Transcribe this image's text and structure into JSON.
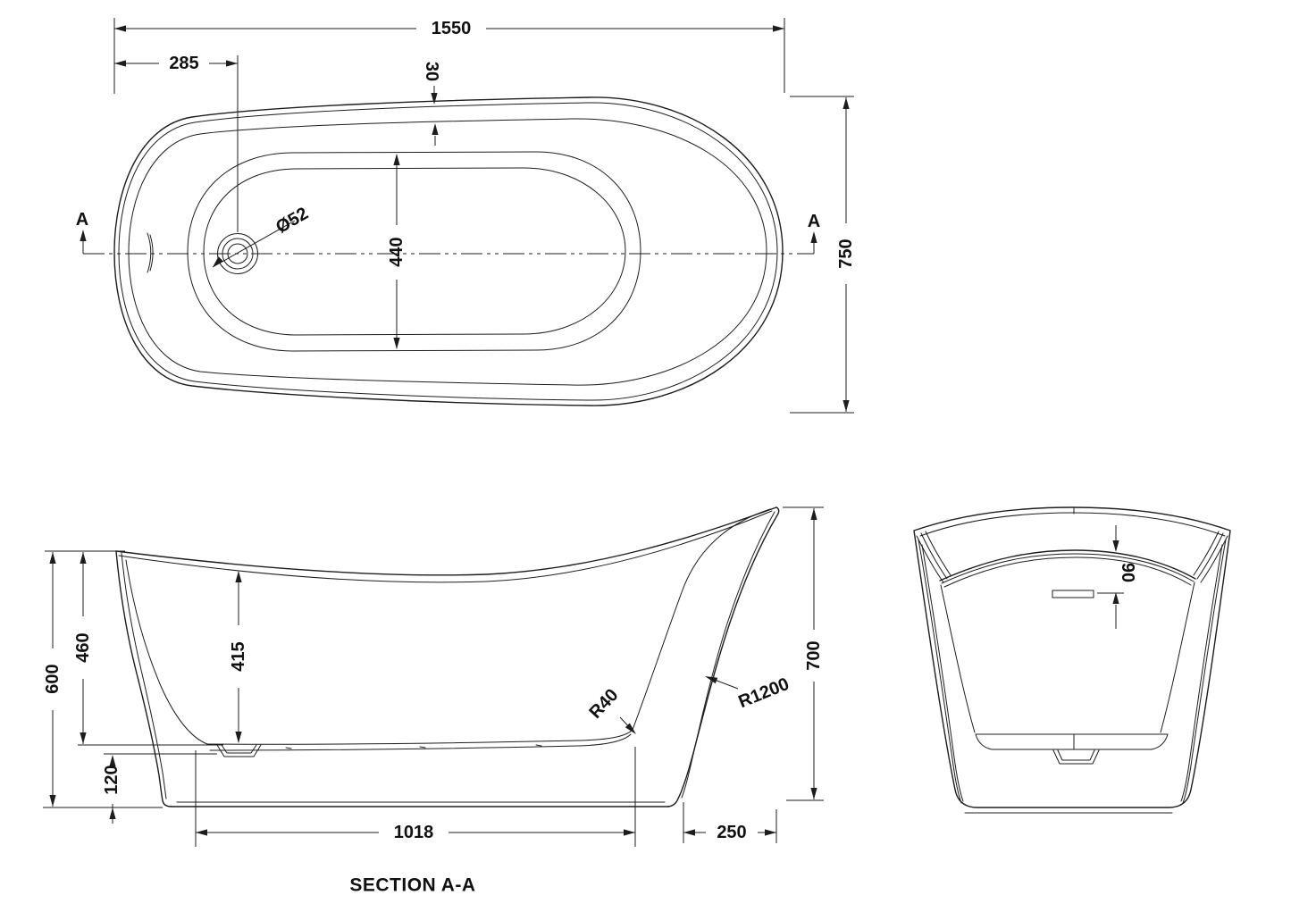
{
  "colors": {
    "background": "#ffffff",
    "line": "#1d1d1d",
    "text": "#111111"
  },
  "section": {
    "title": "SECTION A-A",
    "marker": "A"
  },
  "top_view": {
    "overall_length": "1550",
    "drain_center_offset": "285",
    "rim_width": "30",
    "interior_width": "440",
    "overall_width": "750",
    "drain_diameter": "Ø52",
    "marker_left": "A",
    "marker_right": "A"
  },
  "side_view": {
    "overall_height_left": "600",
    "rim_height_left": "460",
    "interior_depth": "415",
    "base_height": "120",
    "base_length": "1018",
    "base_inset_right": "250",
    "overall_height_right": "700",
    "seat_radius": "R40",
    "backrest_radius": "R1200"
  },
  "end_view": {
    "overflow_offset": "90"
  }
}
